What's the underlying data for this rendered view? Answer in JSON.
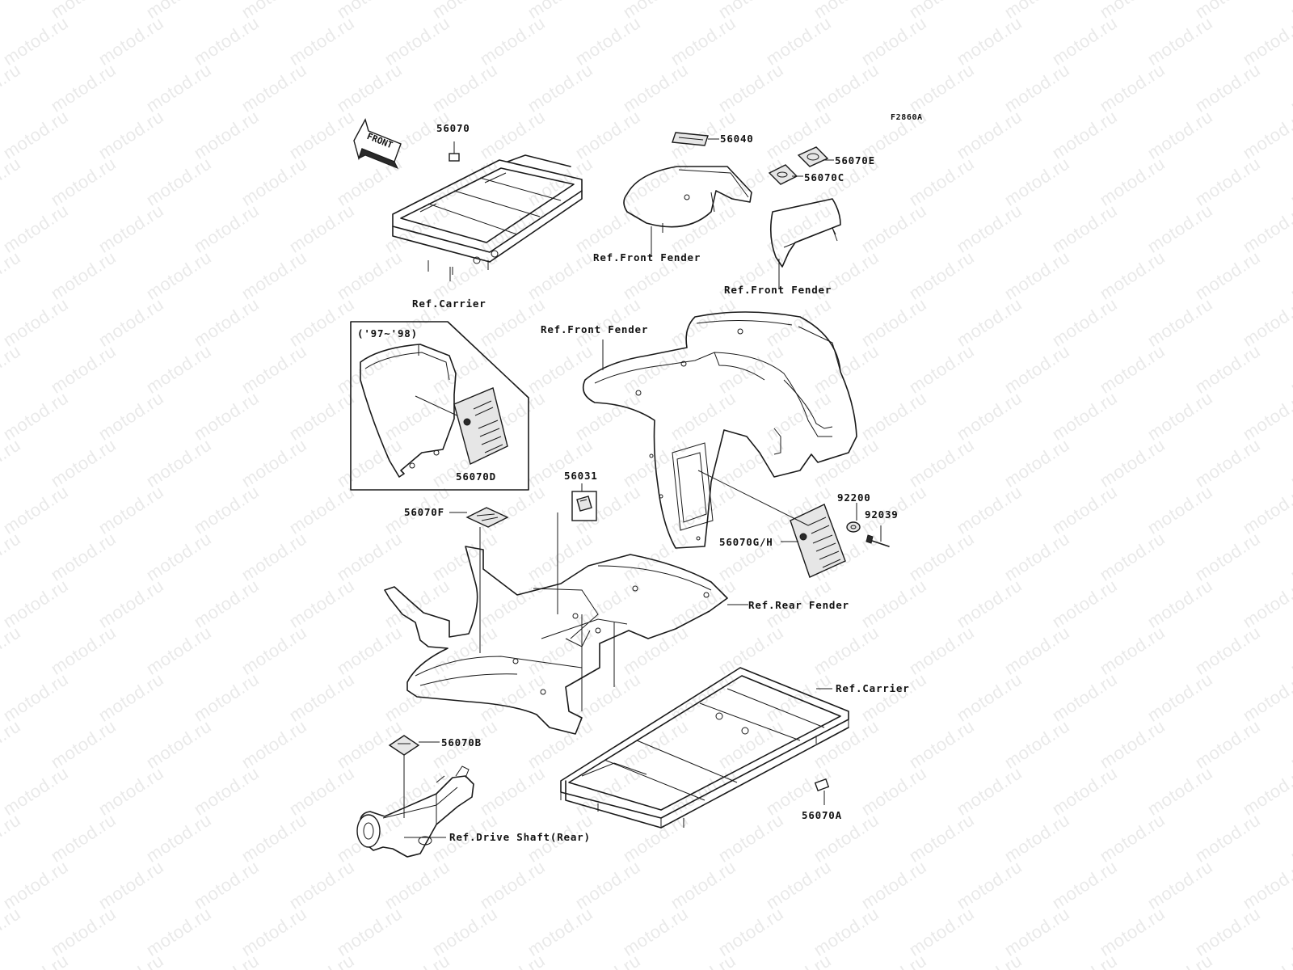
{
  "diagram": {
    "code": "F2860A",
    "front_arrow": "FRONT",
    "inset_years": "('97~'98)",
    "watermark": "motod.ru",
    "callouts": {
      "p56070": "56070",
      "p56040": "56040",
      "p56070E": "56070E",
      "p56070C": "56070C",
      "p56070D": "56070D",
      "p56031": "56031",
      "p56070F": "56070F",
      "p92200": "92200",
      "p92039": "92039",
      "p56070GH": "56070G/H",
      "p56070B": "56070B",
      "p56070A": "56070A"
    },
    "references": {
      "carrier_front": "Ref.Carrier",
      "front_fender_a": "Ref.Front Fender",
      "front_fender_b": "Ref.Front Fender",
      "front_fender_main": "Ref.Front Fender",
      "rear_fender": "Ref.Rear Fender",
      "carrier_rear": "Ref.Carrier",
      "drive_shaft": "Ref.Drive Shaft(Rear)"
    }
  }
}
